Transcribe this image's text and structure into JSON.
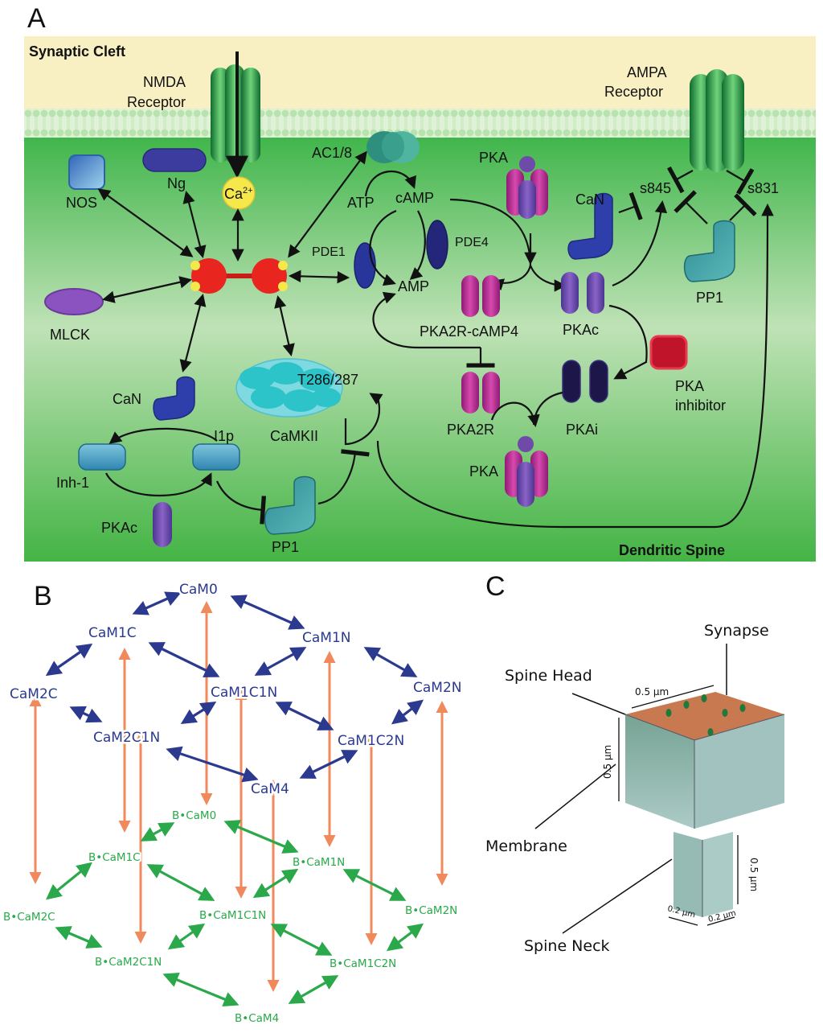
{
  "panels": {
    "a": "A",
    "b": "B",
    "c": "C"
  },
  "panel_a": {
    "synaptic_cleft": "Synaptic Cleft",
    "dendritic_spine": "Dendritic Spine",
    "nmda_line1": "NMDA",
    "nmda_line2": "Receptor",
    "ampa_line1": "AMPA",
    "ampa_line2": "Receptor",
    "ca": "Ca",
    "ca_sup": "2+",
    "nos": "NOS",
    "ng": "Ng",
    "mlck": "MLCK",
    "ac": "AC1/8",
    "atp": "ATP",
    "camp": "cAMP",
    "amp": "AMP",
    "pde1": "PDE1",
    "pde4": "PDE4",
    "pka_top": "PKA",
    "pka_bottom": "PKA",
    "pka2r_camp4": "PKA2R-cAMP4",
    "pkac_right": "PKAc",
    "pkac_left": "PKAc",
    "pka2r": "PKA2R",
    "pkai": "PKAi",
    "pka_inhibitor_line1": "PKA",
    "pka_inhibitor_line2": "inhibitor",
    "can_left": "CaN",
    "can_right": "CaN",
    "s845": "s845",
    "s831": "s831",
    "pp1_right": "PP1",
    "pp1_bottom": "PP1",
    "t286": "T286/287",
    "camkii": "CaMKII",
    "inh1": "Inh-1",
    "i1p": "I1p",
    "colors": {
      "cleft": "#f8f0c2",
      "cytosol_top": "#4aba47",
      "cytosol_mid": "#b9dfb2",
      "receptor": "#1f8a3c",
      "calmodulin": "#e8261f",
      "kinase_purple": "#6f4aa8",
      "pka_magenta": "#b12a8e"
    }
  },
  "panel_b": {
    "blue_nodes": [
      "CaM0",
      "CaM1C",
      "CaM1N",
      "CaM2C",
      "CaM1C1N",
      "CaM2N",
      "CaM2C1N",
      "CaM1C2N",
      "CaM4"
    ],
    "green_nodes": [
      "B•CaM0",
      "B•CaM1C",
      "B•CaM1N",
      "B•CaM2C",
      "B•CaM1C1N",
      "B•CaM2N",
      "B•CaM2C1N",
      "B•CaM1C2N",
      "B•CaM4"
    ],
    "colors": {
      "free": "#2b3a8f",
      "bound": "#2aa84a",
      "binding": "#f08a5d"
    }
  },
  "panel_c": {
    "synapse": "Synapse",
    "spine_head": "Spine Head",
    "membrane": "Membrane",
    "spine_neck": "Spine Neck",
    "head_width": "0.5 µm",
    "head_height": "0.5 µm",
    "neck_length": "0.5 µm",
    "neck_w1": "0.2 µm",
    "neck_w2": "0.2 µm"
  }
}
